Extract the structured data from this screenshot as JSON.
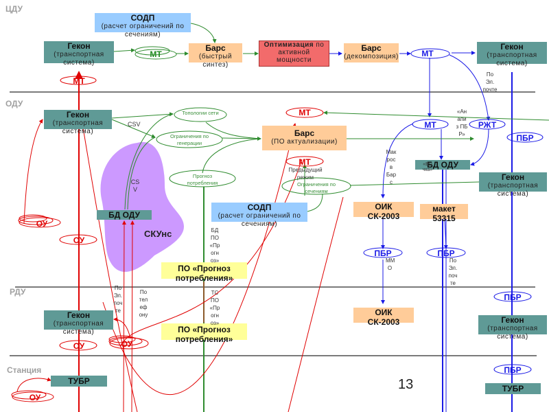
{
  "levels": {
    "cdu": "ЦДУ",
    "odu": "ОДУ",
    "rdu": "РДУ",
    "station": "Станция"
  },
  "page_number": "13",
  "boxes": {
    "sodp_top": {
      "title": "СОДП",
      "subtitle": "(расчет ограничений по сечениям)"
    },
    "gekon_cdu": {
      "title": "Гекон",
      "subtitle": "(транспортная система)"
    },
    "bars_fast": {
      "title": "Барс",
      "subtitle": "(быстрый синтез)"
    },
    "optimization": {
      "title": "Оптимизация",
      "subtitle": "по активной мощности"
    },
    "bars_decomp": {
      "title": "Барс",
      "subtitle": "(декомпозиция)"
    },
    "gekon_cdu_right": {
      "title": "Гекон",
      "subtitle": "(транспортная система)"
    },
    "gekon_odu": {
      "title": "Гекон",
      "subtitle": "(транспортная система)"
    },
    "bars_actual": {
      "title": "Барс",
      "subtitle": "(ПО актуализации)"
    },
    "bd_odu_right": {
      "title": "БД ОДУ"
    },
    "gekon_odu_right": {
      "title": "Гекон",
      "subtitle": "(транспортная система)"
    },
    "bd_odu_left": {
      "title": "БД ОДУ"
    },
    "sodp_mid": {
      "title": "СОДП",
      "subtitle": "(расчет ограничений по сечениям)"
    },
    "oik_odu": {
      "title": "ОИК",
      "subtitle": "СК-2003"
    },
    "maket": {
      "title": "макет",
      "subtitle": "53315"
    },
    "po_prognoz_odu": {
      "title": "ПО «Прогноз потребления»"
    },
    "gekon_rdu": {
      "title": "Гекон",
      "subtitle": "(транспортная система)"
    },
    "po_prognoz_rdu": {
      "title": "ПО «Прогноз потребления»"
    },
    "oik_rdu": {
      "title": "ОИК",
      "subtitle": "СК-2003"
    },
    "gekon_rdu_right": {
      "title": "Гекон",
      "subtitle": "(транспортная система)"
    },
    "tubr_left": {
      "title": "ТУБР"
    },
    "tubr_right": {
      "title": "ТУБР"
    }
  },
  "skuns_label": "СКУнс",
  "ovals": {
    "mt_green_top": "МТ",
    "mt_red_cdu": "МТ",
    "mt_blue_top": "МТ",
    "mt_red_odu_top": "МТ",
    "mt_red_odu_mid": "МТ",
    "mt_blue_odu": "МТ",
    "rzht": "РЖТ",
    "pbr_odu_right": "ПБР",
    "pbr_oik": "ПБР",
    "pbr_maket": "ПБР",
    "pbr_rdu_right": "ПБР",
    "pbr_station_right": "ПБР",
    "ou_odu_1": "ОУ",
    "ou_odu_2": "ОУ",
    "ou_rdu_1": "ОУ",
    "ou_rdu_2": "ОУ",
    "ou_station": "ОУ",
    "topology": "Топологии сети",
    "gen_limits": "Ограничения по генерации",
    "consumption_forecast": "Прогноз потребления",
    "section_limits": "Ограничения по сечениям"
  },
  "notes": {
    "csv_1": "CSV",
    "csv_2": "CS V",
    "by_email_cdu": "По Эл. почте",
    "anapiz": "«Ан апи з ПБ Р»",
    "makros": "Мак рос в Бар с",
    "vyb": "«Вы чка»",
    "prev_mode": "Предыдущий режим",
    "bd_po_prognoz": "БД ПО «Пр огн оз»",
    "mmo": "ММ О",
    "by_email_maket": "По Эл. поч те",
    "by_email_rdu": "По Эл. поч те",
    "by_phone": "По тел еф ону",
    "ts_po_prognoz": "ТС ПО «Пр огн оз»"
  },
  "colors": {
    "teal": "#5f9a96",
    "blue_box": "#99ccff",
    "peach": "#ffcc99",
    "red_box": "#f26b6b",
    "yellow": "#ffff99",
    "lilac": "#cc99ff",
    "flow_red": "#e00000",
    "flow_blue": "#1a1ae6",
    "flow_green": "#2e8b2e"
  }
}
